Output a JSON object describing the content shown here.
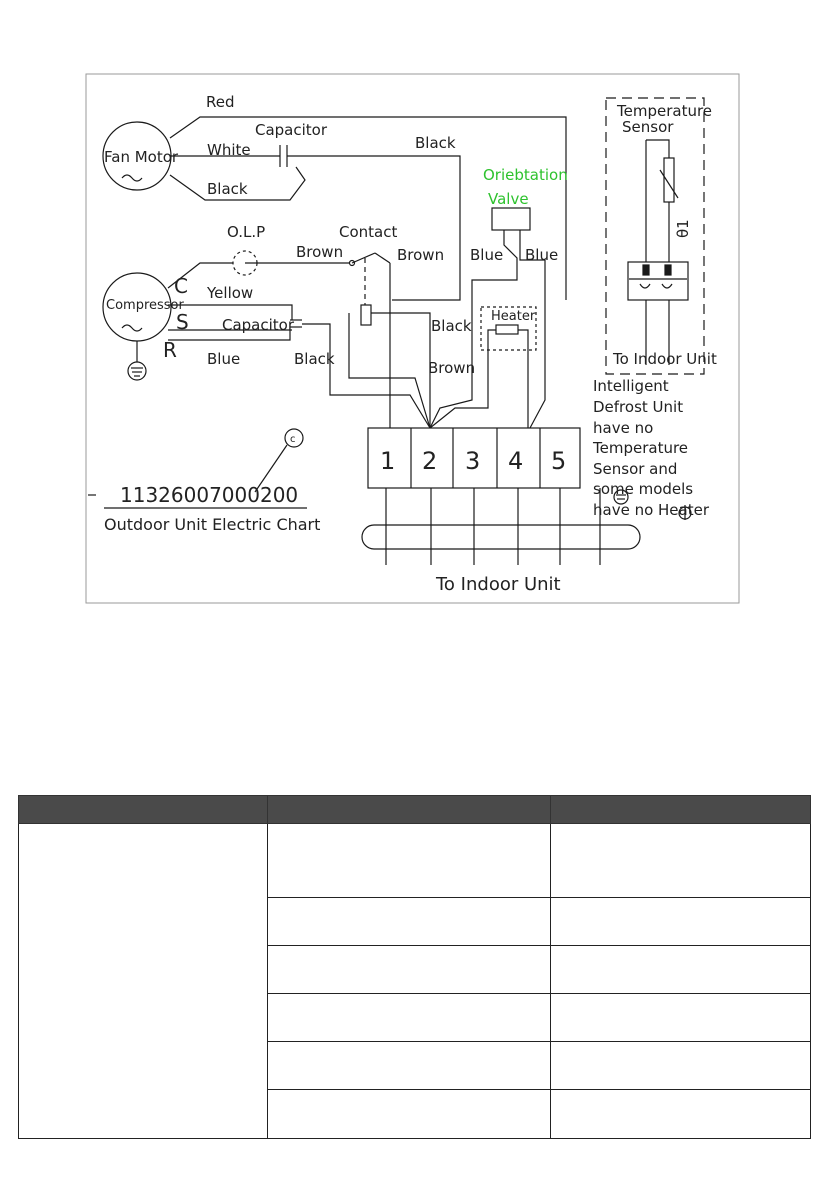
{
  "diagram": {
    "frame_color": "#9a9a9a",
    "line_color": "#1a1a1a",
    "accent_color": "#2ec22e",
    "labels": {
      "red": "Red",
      "fan_motor": "Fan Motor",
      "white": "White",
      "capacitor_fan": "Capacitor",
      "black_fan": "Black",
      "black_top": "Black",
      "orientation_valve_1": "Oriebtation",
      "orientation_valve_2": "Valve",
      "olp": "O.L.P",
      "contact": "Contact",
      "brown_left": "Brown",
      "brown_right": "Brown",
      "blue_valve_left": "Blue",
      "blue_valve_right": "Blue",
      "compressor": "Compressor",
      "c": "C",
      "s": "S",
      "r": "R",
      "yellow": "Yellow",
      "capacitor_comp": "Capacitor",
      "black_mid": "Black",
      "heater": "Heater",
      "blue_comp": "Blue",
      "black_comp": "Black",
      "brown_mid": "Brown",
      "temp_sensor_1": "Temperature",
      "temp_sensor_2": "Sensor",
      "theta": "θ1",
      "to_indoor_sensor": "To Indoor Unit",
      "note": [
        "Intelligent",
        "Defrost Unit",
        "have no",
        "Temperature",
        "Sensor and",
        "some models",
        "have no Heater"
      ],
      "terminals": [
        "1",
        "2",
        "3",
        "4",
        "5"
      ],
      "part_number": "11326007000200",
      "chart_title": "Outdoor Unit Electric Chart",
      "copyright": "c",
      "to_indoor_bottom": "To Indoor Unit"
    }
  },
  "table": {
    "header_color": "#4a4a4a",
    "headers": [
      "",
      "",
      ""
    ],
    "rows": [
      [
        "",
        ""
      ],
      [
        "",
        ""
      ],
      [
        "",
        ""
      ],
      [
        "",
        ""
      ],
      [
        "",
        ""
      ],
      [
        "",
        ""
      ]
    ]
  }
}
